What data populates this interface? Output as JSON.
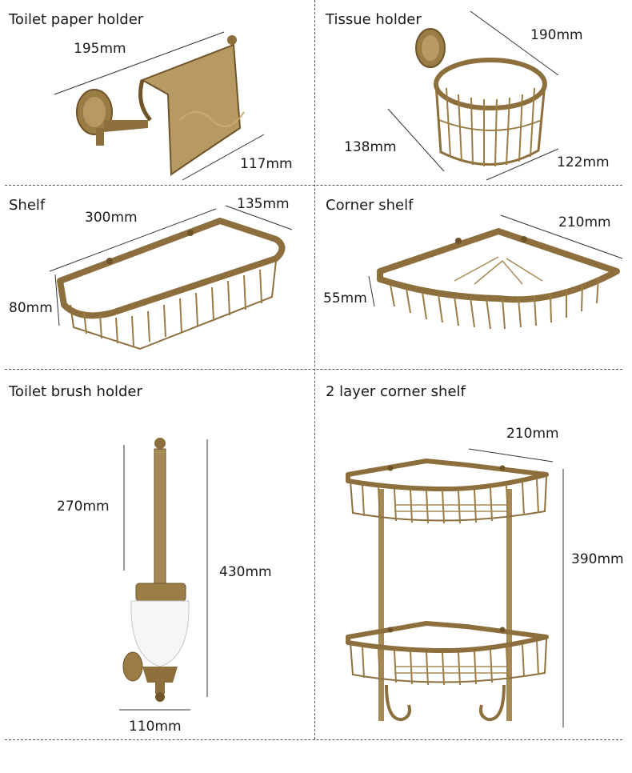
{
  "colors": {
    "brass_light": "#b79a62",
    "brass_mid": "#9a7c45",
    "brass_dark": "#6e5428",
    "ceramic": "#f6f6f4",
    "divider": "#555555"
  },
  "products": [
    {
      "name": "Toilet paper holder",
      "dims": [
        "195mm",
        "117mm"
      ]
    },
    {
      "name": "Tissue holder",
      "dims": [
        "190mm",
        "138mm",
        "122mm"
      ]
    },
    {
      "name": "Shelf",
      "dims": [
        "300mm",
        "135mm",
        "80mm"
      ]
    },
    {
      "name": "Corner shelf",
      "dims": [
        "210mm",
        "55mm"
      ]
    },
    {
      "name": "Toilet brush holder",
      "dims": [
        "270mm",
        "430mm",
        "110mm"
      ]
    },
    {
      "name": "2 layer corner shelf",
      "dims": [
        "210mm",
        "390mm"
      ]
    }
  ]
}
